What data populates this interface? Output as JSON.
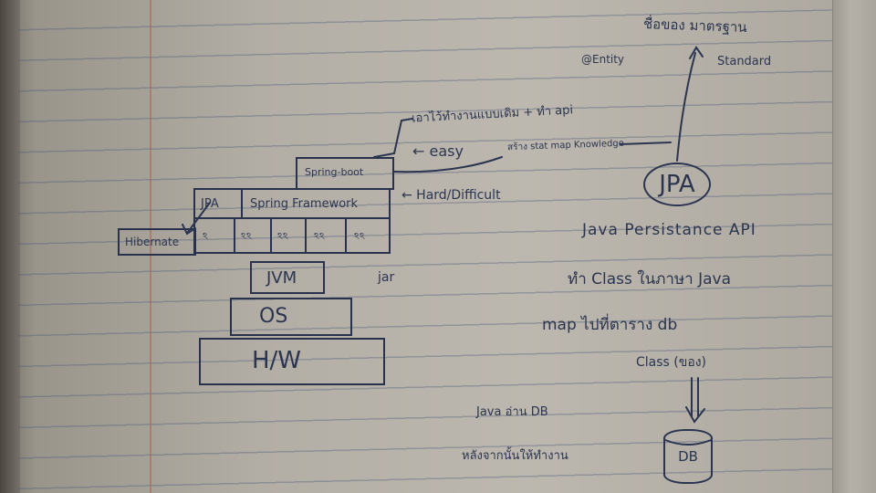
{
  "notes": {
    "title_thai": "ชื่อของ มาตรฐาน",
    "entity": "@Entity",
    "standard": "Standard",
    "top_note": "เอาไว้ทำงานแบบเดิม + ทำ api",
    "easy": "← easy",
    "springboot_note": "สร้าง stat map Knowledge",
    "hard": "← Hard/Difficult",
    "jpa_circle": "JPA",
    "jpa_full": "Java Persistance API",
    "line1": "ทำ Class ในภาษา Java",
    "line2": "map ไปที่ตาราง db",
    "class_label": "Class (ของ)",
    "java_db": "Java อ่าน DB",
    "bottom_thai": "หลังจากนั้นให้ทำงาน",
    "db": "DB",
    "jar": "jar"
  },
  "stack": {
    "spring_boot": "Spring-boot",
    "jpa": "JPA",
    "spring_framework": "Spring Framework",
    "hibernate": "Hibernate",
    "jvm": "JVM",
    "os": "OS",
    "hw": "H/W"
  }
}
